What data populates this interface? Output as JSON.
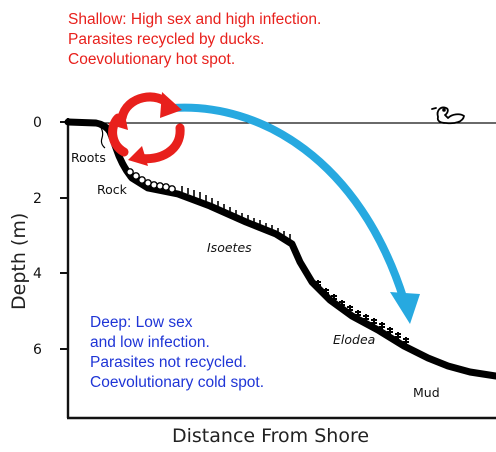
{
  "shallow_note": {
    "lines": [
      "Shallow: High sex and high infection.",
      "Parasites recycled by ducks.",
      "Coevolutionary hot spot."
    ],
    "color": "#e8201c"
  },
  "deep_note": {
    "lines": [
      "Deep: Low sex",
      "and low infection.",
      "Parasites not recycled.",
      "Coevolutionary cold spot."
    ],
    "color": "#1f35d6"
  },
  "axes": {
    "y_title": "Depth (m)",
    "x_title": "Distance From Shore",
    "y_ticks": [
      "0",
      "2",
      "4",
      "6"
    ]
  },
  "labels": {
    "roots": "Roots",
    "rock": "Rock",
    "isoetes": "Isoetes",
    "elodea": "Elodea",
    "mud": "Mud"
  },
  "icons": {
    "duck": "duck-icon",
    "recycle": "red-circular-arrows-icon",
    "transport": "blue-curved-arrow-icon"
  },
  "colors": {
    "hot": "#e8201c",
    "cold": "#1f35d6",
    "arrow_red": "#e8201c",
    "arrow_blue": "#27a9e0"
  }
}
